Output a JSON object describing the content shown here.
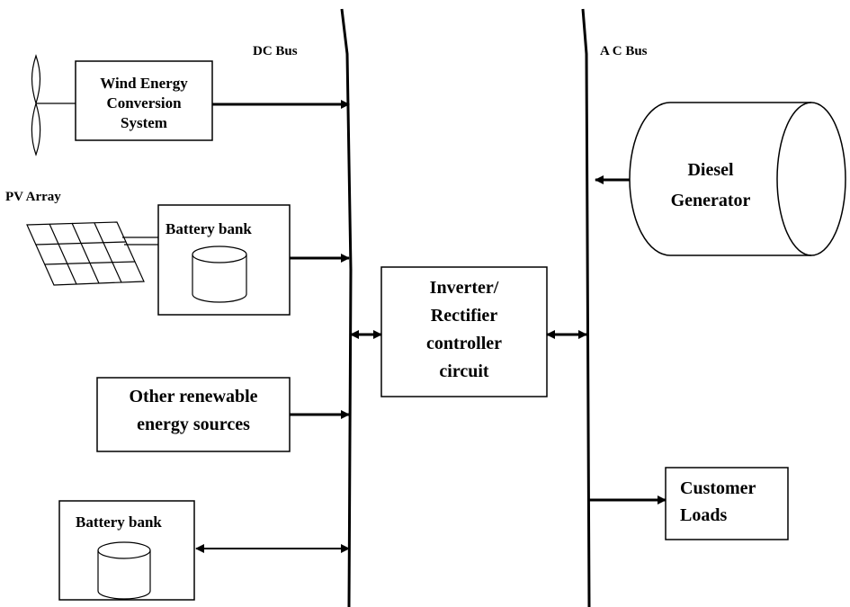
{
  "diagram": {
    "buses": {
      "dc_label": "DC Bus",
      "ac_label": "A C Bus"
    },
    "wind": {
      "label_lines": [
        "Wind Energy",
        "Conversion",
        "System"
      ]
    },
    "pv": {
      "array_label": "PV Array",
      "battery_label": "Battery bank"
    },
    "other": {
      "label_lines": [
        "Other renewable",
        "energy sources"
      ]
    },
    "storage": {
      "battery_label": "Battery bank"
    },
    "converter": {
      "label_lines": [
        "Inverter/",
        "Rectifier",
        "controller",
        "circuit"
      ]
    },
    "diesel": {
      "label_lines": [
        "Diesel",
        "Generator"
      ]
    },
    "loads": {
      "label_lines": [
        "Customer",
        "Loads"
      ]
    },
    "colors": {
      "line": "#000000",
      "background": "#ffffff"
    }
  }
}
